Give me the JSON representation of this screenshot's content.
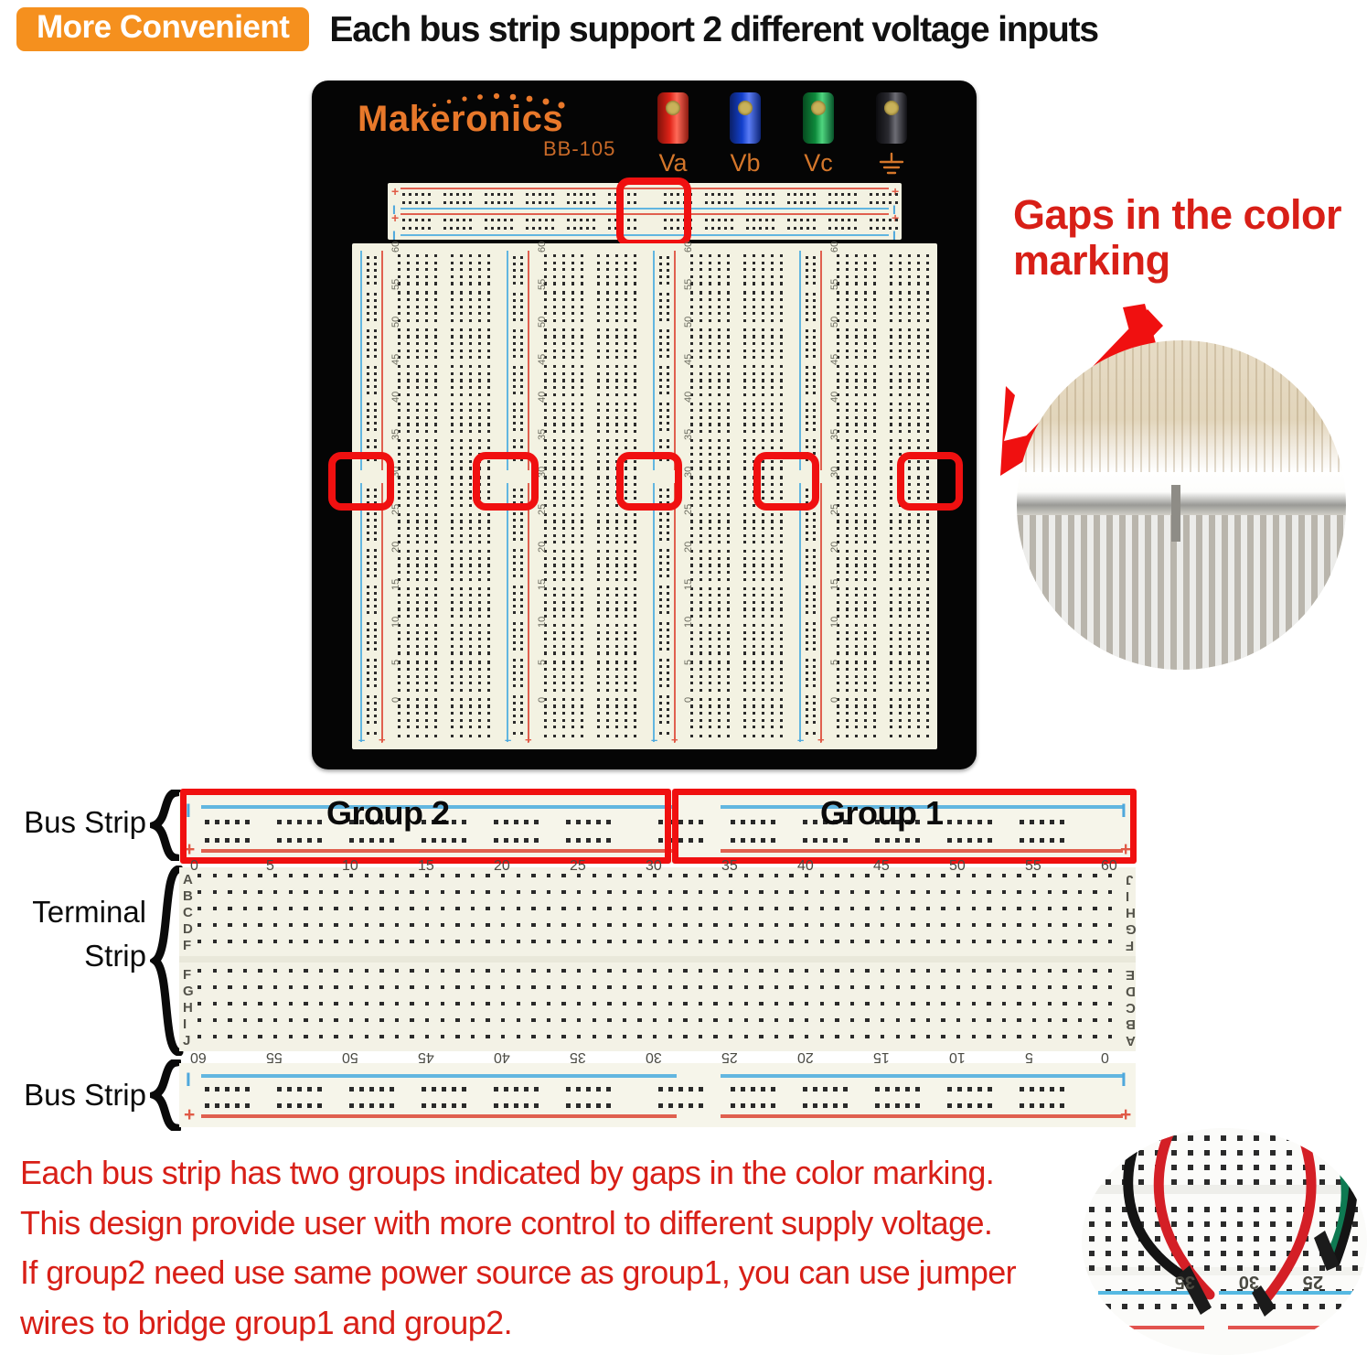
{
  "header": {
    "badge_label": "More Convenient",
    "headline": "Each bus strip support 2 different voltage inputs"
  },
  "device": {
    "brand": "Makeronics",
    "model": "BB-105",
    "jacks": [
      {
        "name": "jack-va",
        "label": "Va",
        "color": "#E02318"
      },
      {
        "name": "jack-vb",
        "label": "Vb",
        "color": "#1340CC"
      },
      {
        "name": "jack-vc",
        "label": "Vc",
        "color": "#0E8A3C"
      },
      {
        "name": "jack-gnd",
        "label": "",
        "color": "#15151a",
        "icon": "ground-symbol-icon"
      }
    ],
    "highlight_count": 6
  },
  "callout": {
    "text": "Gaps in the color marking",
    "arrow_left": "arrow-down-left-icon",
    "arrow_down": "arrow-down-icon",
    "inset_icon": "breadboard-gap-photo"
  },
  "diagram": {
    "labels": {
      "bus_strip_top": "Bus Strip",
      "terminal_strip_line1": "Terminal",
      "terminal_strip_line2": "Strip",
      "bus_strip_bottom": "Bus Strip"
    },
    "groups": [
      {
        "name": "group-2",
        "label": "Group 2",
        "range": "0-30"
      },
      {
        "name": "group-1",
        "label": "Group 1",
        "range": "35-60"
      }
    ],
    "scale_top": [
      "0",
      "5",
      "10",
      "15",
      "20",
      "25",
      "30",
      "35",
      "40",
      "45",
      "50",
      "55",
      "60"
    ],
    "scale_terminal": [
      "0",
      "5",
      "10",
      "15",
      "20",
      "25",
      "30",
      "35",
      "40",
      "45",
      "50",
      "55",
      "60"
    ],
    "scale_bottom": [
      "60",
      "55",
      "50",
      "45",
      "40",
      "35",
      "30",
      "25",
      "20",
      "15",
      "10",
      "5",
      "0"
    ],
    "rows_upper": [
      "A",
      "B",
      "C",
      "D",
      "F"
    ],
    "rows_lower": [
      "F",
      "G",
      "H",
      "I",
      "J"
    ],
    "rows_upper_right": [
      "E",
      "D",
      "C",
      "B",
      "A"
    ],
    "rows_lower_right": [
      "J",
      "I",
      "H",
      "G",
      "F"
    ],
    "plus_mark": "+",
    "minus_mark": "I"
  },
  "paragraph": {
    "line1": "Each bus strip has two groups indicated by gaps in the color marking.",
    "line2": "This design provide user with more control to different supply voltage.",
    "line3": "If group2 need use same power source as group1, you can use jumper",
    "line4": "wires to bridge group1 and group2."
  },
  "jumper_inset": {
    "icon": "jumper-wires-photo",
    "scale_numbers": [
      "35",
      "30",
      "25"
    ],
    "wire_colors": [
      "#D41F26",
      "#15151a",
      "#0E7A52"
    ]
  },
  "colors": {
    "accent_orange": "#F5901E",
    "annotation_red": "#D81F17",
    "highlight_red": "#F01010",
    "brand_orange": "#E8782A",
    "rail_red": "#E0604F",
    "rail_blue": "#62B6E0"
  }
}
